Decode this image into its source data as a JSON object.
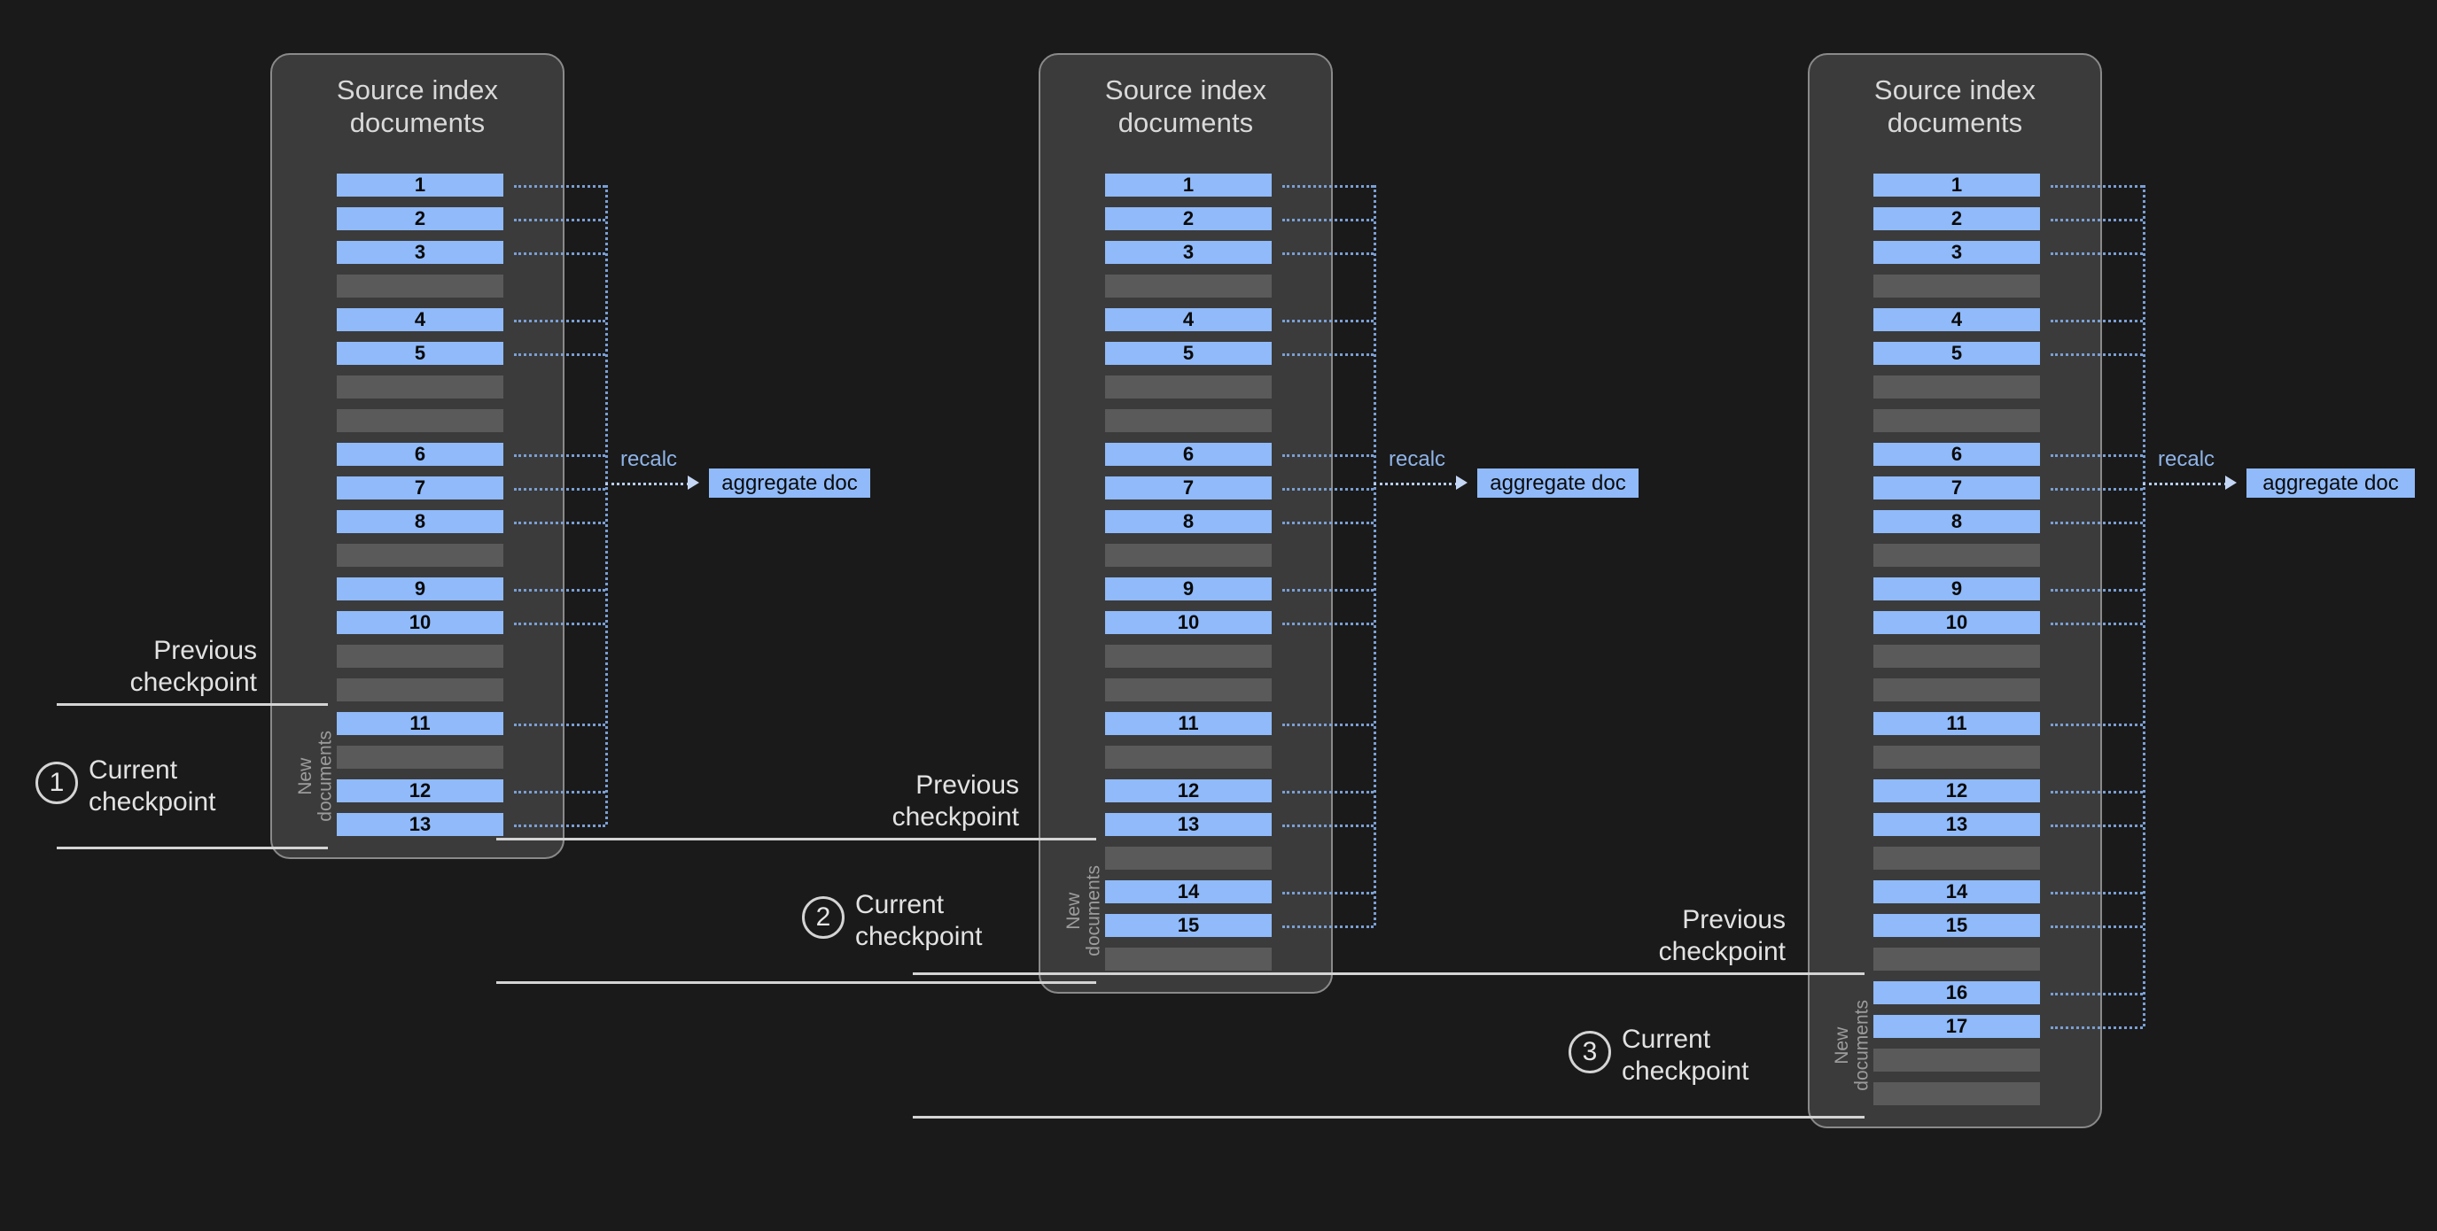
{
  "background": "#1a1a1a",
  "colors": {
    "doc_blue": "#90baf9",
    "doc_gray": "#5a5a5a",
    "panel_bg": "#3b3b3b",
    "panel_border": "#8a8a8a",
    "connector": "#7a9fd4",
    "recalc_text": "#8fb4e8",
    "checkpoint_line": "#d4d4d4",
    "label_text": "#e2e2e2"
  },
  "labels": {
    "panel_title": "Source index\ndocuments",
    "new_documents": "New\ndocuments",
    "recalc": "recalc",
    "aggregate_doc": "aggregate doc",
    "previous_checkpoint": "Previous\ncheckpoint",
    "current_checkpoint": "Current\ncheckpoint"
  },
  "stages": [
    {
      "id": "stage-1",
      "step_number": "1",
      "panel_title": "Source index\ndocuments",
      "new_documents_label": "New\ndocuments",
      "recalc_label": "recalc",
      "aggregate_label": "aggregate doc",
      "previous_checkpoint_label": "Previous\ncheckpoint",
      "current_checkpoint_label": "Current\ncheckpoint",
      "total_rows": 20,
      "new_documents_start_row": 16,
      "rows": [
        {
          "kind": "doc",
          "label": "1"
        },
        {
          "kind": "doc",
          "label": "2"
        },
        {
          "kind": "doc",
          "label": "3"
        },
        {
          "kind": "empty",
          "label": ""
        },
        {
          "kind": "doc",
          "label": "4"
        },
        {
          "kind": "doc",
          "label": "5"
        },
        {
          "kind": "empty",
          "label": ""
        },
        {
          "kind": "empty",
          "label": ""
        },
        {
          "kind": "doc",
          "label": "6"
        },
        {
          "kind": "doc",
          "label": "7"
        },
        {
          "kind": "doc",
          "label": "8"
        },
        {
          "kind": "empty",
          "label": ""
        },
        {
          "kind": "doc",
          "label": "9"
        },
        {
          "kind": "doc",
          "label": "10"
        },
        {
          "kind": "empty",
          "label": ""
        },
        {
          "kind": "empty",
          "label": ""
        },
        {
          "kind": "doc",
          "label": "11"
        },
        {
          "kind": "empty",
          "label": ""
        },
        {
          "kind": "doc",
          "label": "12"
        },
        {
          "kind": "doc",
          "label": "13"
        }
      ]
    },
    {
      "id": "stage-2",
      "step_number": "2",
      "panel_title": "Source index\ndocuments",
      "new_documents_label": "New\ndocuments",
      "recalc_label": "recalc",
      "aggregate_label": "aggregate doc",
      "previous_checkpoint_label": "Previous\ncheckpoint",
      "current_checkpoint_label": "Current\ncheckpoint",
      "total_rows": 24,
      "new_documents_start_row": 20,
      "rows": [
        {
          "kind": "doc",
          "label": "1"
        },
        {
          "kind": "doc",
          "label": "2"
        },
        {
          "kind": "doc",
          "label": "3"
        },
        {
          "kind": "empty",
          "label": ""
        },
        {
          "kind": "doc",
          "label": "4"
        },
        {
          "kind": "doc",
          "label": "5"
        },
        {
          "kind": "empty",
          "label": ""
        },
        {
          "kind": "empty",
          "label": ""
        },
        {
          "kind": "doc",
          "label": "6"
        },
        {
          "kind": "doc",
          "label": "7"
        },
        {
          "kind": "doc",
          "label": "8"
        },
        {
          "kind": "empty",
          "label": ""
        },
        {
          "kind": "doc",
          "label": "9"
        },
        {
          "kind": "doc",
          "label": "10"
        },
        {
          "kind": "empty",
          "label": ""
        },
        {
          "kind": "empty",
          "label": ""
        },
        {
          "kind": "doc",
          "label": "11"
        },
        {
          "kind": "empty",
          "label": ""
        },
        {
          "kind": "doc",
          "label": "12"
        },
        {
          "kind": "doc",
          "label": "13"
        },
        {
          "kind": "empty",
          "label": ""
        },
        {
          "kind": "doc",
          "label": "14"
        },
        {
          "kind": "doc",
          "label": "15"
        },
        {
          "kind": "empty",
          "label": ""
        }
      ]
    },
    {
      "id": "stage-3",
      "step_number": "3",
      "panel_title": "Source index\ndocuments",
      "new_documents_label": "New\ndocuments",
      "recalc_label": "recalc",
      "aggregate_label": "aggregate doc",
      "previous_checkpoint_label": "Previous\ncheckpoint",
      "current_checkpoint_label": "Current\ncheckpoint",
      "total_rows": 28,
      "new_documents_start_row": 24,
      "rows": [
        {
          "kind": "doc",
          "label": "1"
        },
        {
          "kind": "doc",
          "label": "2"
        },
        {
          "kind": "doc",
          "label": "3"
        },
        {
          "kind": "empty",
          "label": ""
        },
        {
          "kind": "doc",
          "label": "4"
        },
        {
          "kind": "doc",
          "label": "5"
        },
        {
          "kind": "empty",
          "label": ""
        },
        {
          "kind": "empty",
          "label": ""
        },
        {
          "kind": "doc",
          "label": "6"
        },
        {
          "kind": "doc",
          "label": "7"
        },
        {
          "kind": "doc",
          "label": "8"
        },
        {
          "kind": "empty",
          "label": ""
        },
        {
          "kind": "doc",
          "label": "9"
        },
        {
          "kind": "doc",
          "label": "10"
        },
        {
          "kind": "empty",
          "label": ""
        },
        {
          "kind": "empty",
          "label": ""
        },
        {
          "kind": "doc",
          "label": "11"
        },
        {
          "kind": "empty",
          "label": ""
        },
        {
          "kind": "doc",
          "label": "12"
        },
        {
          "kind": "doc",
          "label": "13"
        },
        {
          "kind": "empty",
          "label": ""
        },
        {
          "kind": "doc",
          "label": "14"
        },
        {
          "kind": "doc",
          "label": "15"
        },
        {
          "kind": "empty",
          "label": ""
        },
        {
          "kind": "doc",
          "label": "16"
        },
        {
          "kind": "doc",
          "label": "17"
        },
        {
          "kind": "empty",
          "label": ""
        },
        {
          "kind": "empty",
          "label": ""
        }
      ]
    }
  ]
}
